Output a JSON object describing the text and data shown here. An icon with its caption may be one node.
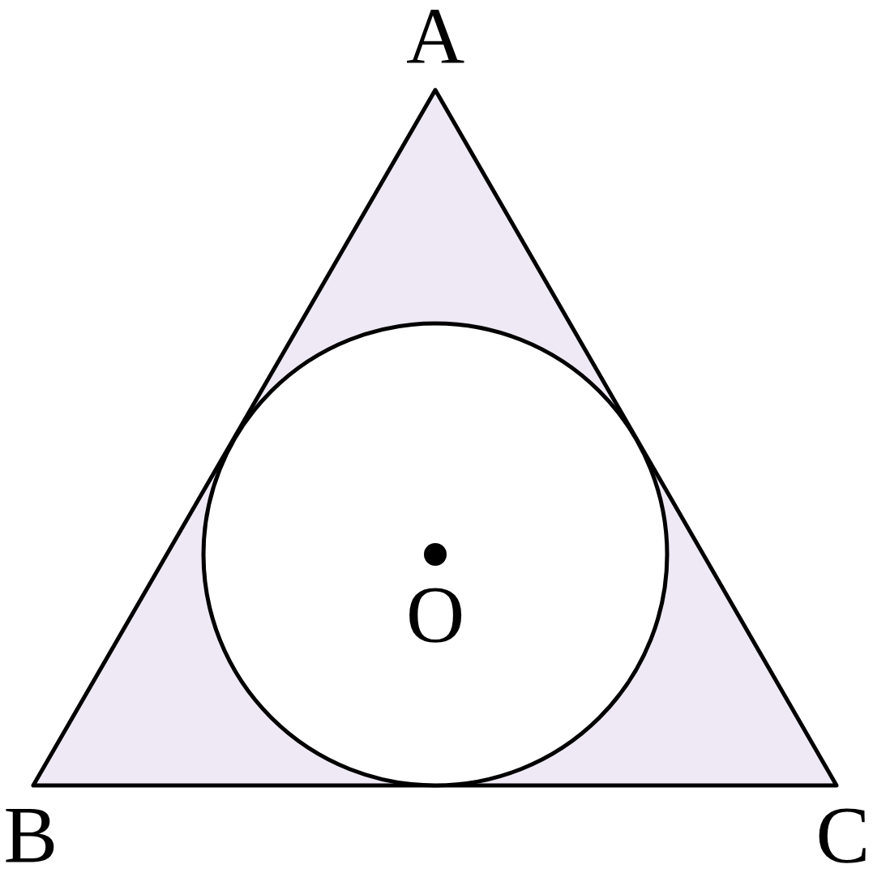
{
  "diagram": {
    "labels": [
      "A",
      "B",
      "C",
      "O"
    ]
  }
}
